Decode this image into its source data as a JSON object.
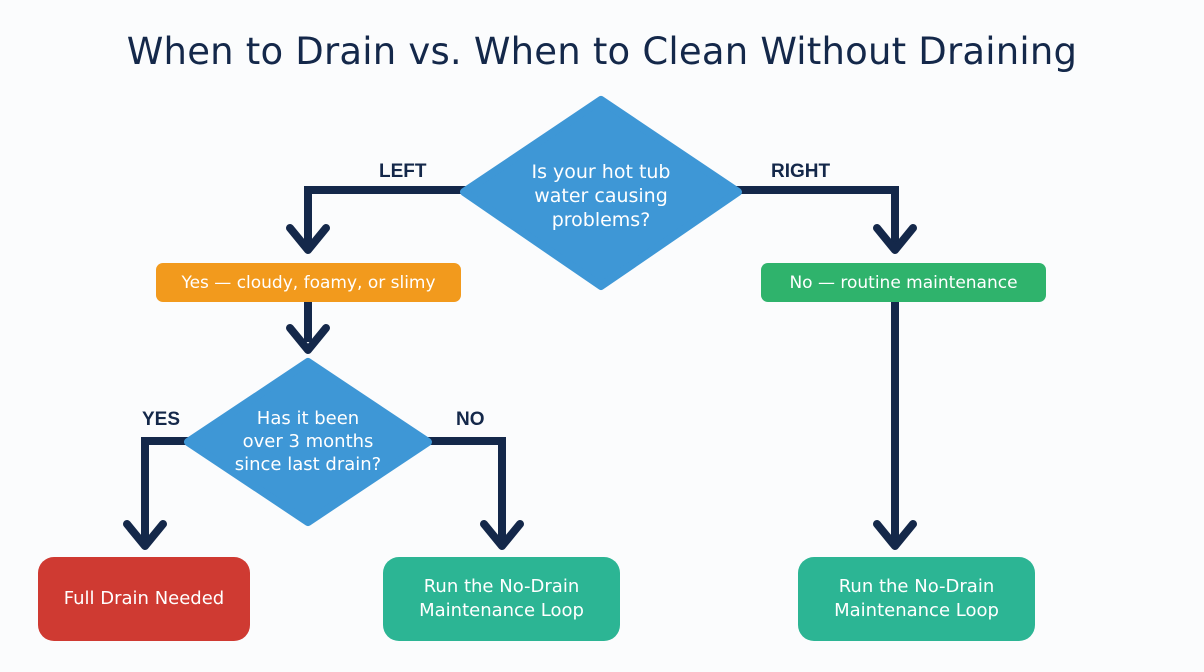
{
  "title": "When to Drain vs. When to Clean Without Draining",
  "colors": {
    "line": "#14284a",
    "decision": "#3e97d6",
    "yes_pill": "#f29a1d",
    "no_pill": "#2fb36c",
    "drain": "#cf3a32",
    "loop": "#2cb594"
  },
  "decision_main": {
    "line1": "Is your hot tub",
    "line2": "water causing",
    "line3": "problems?"
  },
  "branch_left_label": "LEFT",
  "branch_right_label": "RIGHT",
  "pill_yes": "Yes — cloudy, foamy, or slimy",
  "pill_no": "No — routine maintenance",
  "decision_sub": {
    "line1": "Has it been",
    "line2": "over 3 months",
    "line3": "since last drain?"
  },
  "sub_yes_label": "YES",
  "sub_no_label": "NO",
  "result_drain": "Full Drain Needed",
  "result_loop_mid": {
    "line1": "Run the No-Drain",
    "line2": "Maintenance Loop"
  },
  "result_loop_right": {
    "line1": "Run the No-Drain",
    "line2": "Maintenance Loop"
  }
}
